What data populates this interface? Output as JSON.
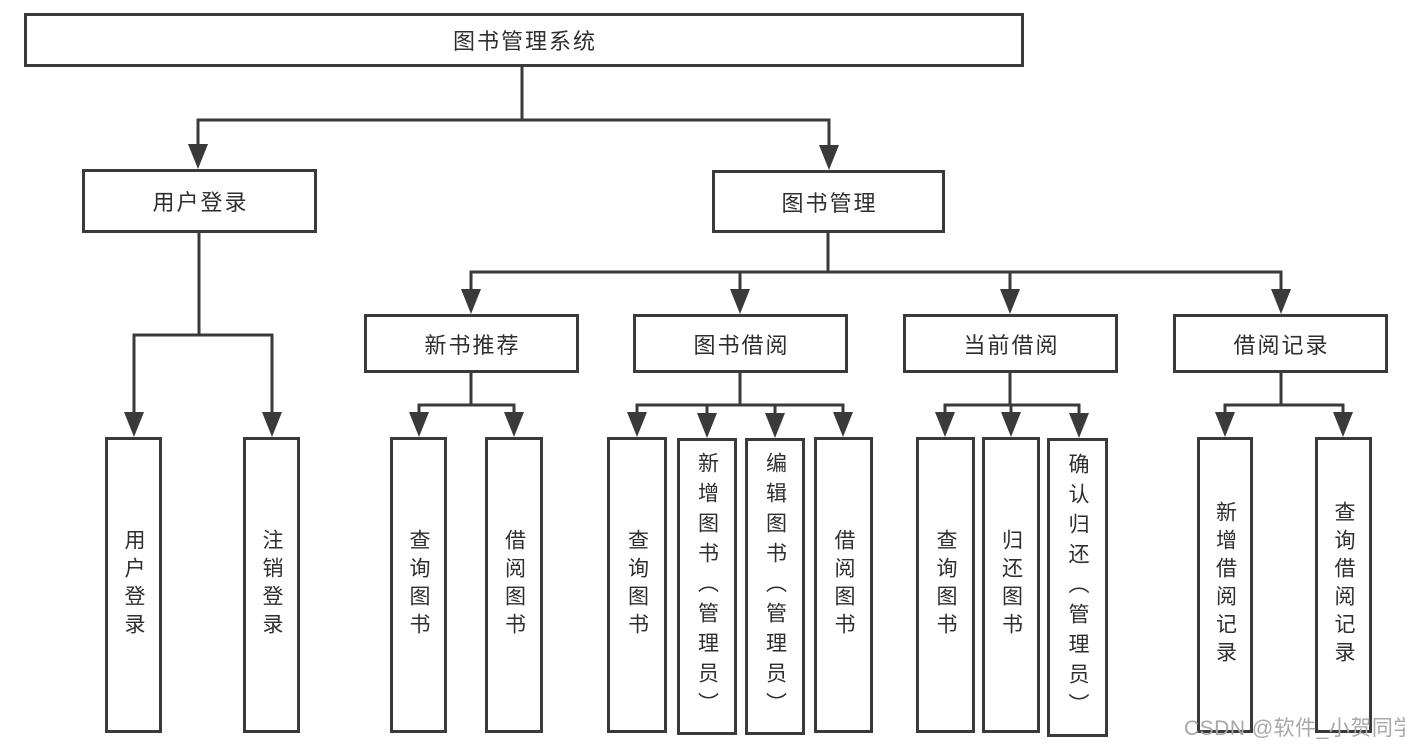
{
  "nodes": {
    "root": "图书管理系统",
    "user_login": "用户登录",
    "book_mgmt": "图书管理",
    "new_books": "新书推荐",
    "book_borrow": "图书借阅",
    "current_borrow": "当前借阅",
    "borrow_records": "借阅记录",
    "leaf_user_login": "用户登录",
    "leaf_logout": "注销登录",
    "leaf_nb_query": "查询图书",
    "leaf_nb_borrow": "借阅图书",
    "leaf_bb_query": "查询图书",
    "leaf_bb_add": "新增图书（管理员）",
    "leaf_bb_edit": "编辑图书（管理员）",
    "leaf_bb_borrow": "借阅图书",
    "leaf_cb_query": "查询图书",
    "leaf_cb_return": "归还图书",
    "leaf_cb_confirm": "确认归还（管理员）",
    "leaf_br_add": "新增借阅记录",
    "leaf_br_query": "查询借阅记录"
  },
  "watermark": "CSDN @软件_小贺同学",
  "colors": {
    "line": "#3a3a3a",
    "text": "#2e2e2e",
    "background": "#ffffff",
    "watermark": "#a8a8a8"
  }
}
